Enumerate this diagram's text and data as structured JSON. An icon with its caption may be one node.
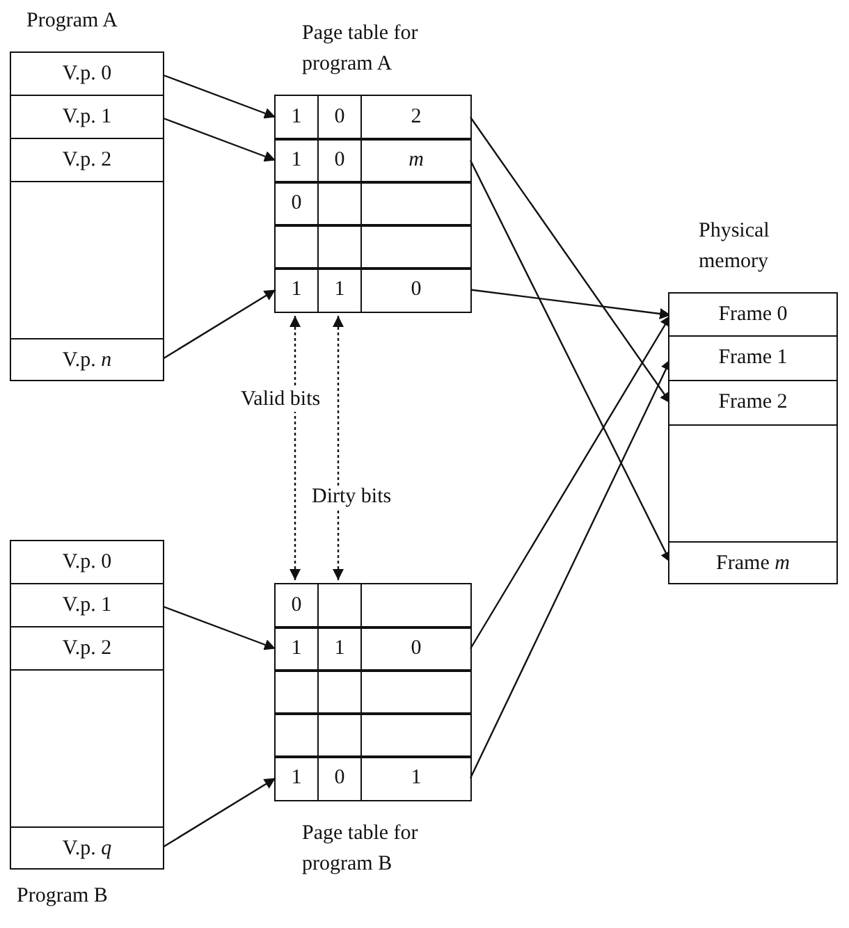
{
  "diagram": {
    "nodes": [
      {
        "text": [
          "Program A"
        ]
      },
      {
        "text": [
          "V.p. 0"
        ],
        "in": 0
      },
      {
        "text": [
          "V.p. 1"
        ],
        "in": 0
      },
      {
        "text": [
          "V.p. 2"
        ],
        "in": 0
      },
      {
        "text": [
          "V.p. *n*"
        ],
        "in": 0
      },
      {
        "text": [
          "Page table for program A"
        ]
      },
      {
        "text": [
          "1",
          "0",
          "2"
        ],
        "in": 5
      },
      {
        "text": [
          "1",
          "0",
          "*m*"
        ],
        "in": 5
      },
      {
        "text": [
          "0"
        ],
        "in": 5
      },
      {
        "text": [],
        "shape": "box",
        "in": 5
      },
      {
        "text": [
          "1",
          "1",
          "0"
        ],
        "in": 5
      },
      {
        "text": [
          "Physical memory"
        ]
      },
      {
        "text": [
          "Frame 0"
        ],
        "in": 11
      },
      {
        "text": [
          "Frame 1"
        ],
        "in": 11
      },
      {
        "text": [
          "Frame 2"
        ],
        "in": 11
      },
      {
        "text": [
          "Frame *m*"
        ],
        "in": 11
      },
      {
        "text": [
          "Program B"
        ]
      },
      {
        "text": [
          "V.p. 0"
        ],
        "in": 16
      },
      {
        "text": [
          "V.p. 1"
        ],
        "in": 16
      },
      {
        "text": [
          "V.p. 2"
        ],
        "in": 16
      },
      {
        "text": [
          "V.p. *q*"
        ],
        "in": 16
      },
      {
        "text": [
          "Page table for program B"
        ]
      },
      {
        "text": [
          "0"
        ],
        "in": 21
      },
      {
        "text": [
          "1",
          "1",
          "0"
        ],
        "in": 21
      },
      {
        "text": [],
        "shape": "box",
        "in": 21
      },
      {
        "text": [],
        "shape": "box",
        "in": 21
      },
      {
        "text": [
          "1",
          "0",
          "1"
        ],
        "in": 21
      }
    ],
    "edges": [
      {
        "from": 1,
        "to": 6,
        "arrow": "to"
      },
      {
        "from": 2,
        "to": 7,
        "arrow": "to"
      },
      {
        "from": 4,
        "to": 10,
        "arrow": "to"
      },
      {
        "from": 6,
        "to": 14,
        "arrow": "to"
      },
      {
        "from": 7,
        "to": 15,
        "arrow": "to"
      },
      {
        "from": 10,
        "to": 12,
        "arrow": "to"
      },
      {
        "from": 18,
        "to": 23,
        "arrow": "to"
      },
      {
        "from": 20,
        "to": 26,
        "arrow": "to"
      },
      {
        "from": 23,
        "to": 12,
        "arrow": "to"
      },
      {
        "from": 26,
        "to": 13,
        "arrow": "to"
      },
      {
        "from": 5,
        "to": 21,
        "arrow": "both",
        "style": "dashed",
        "label": "Valid bits"
      },
      {
        "from": 5,
        "to": 21,
        "arrow": "both",
        "style": "dashed",
        "label": "Dirty bits"
      }
    ]
  }
}
